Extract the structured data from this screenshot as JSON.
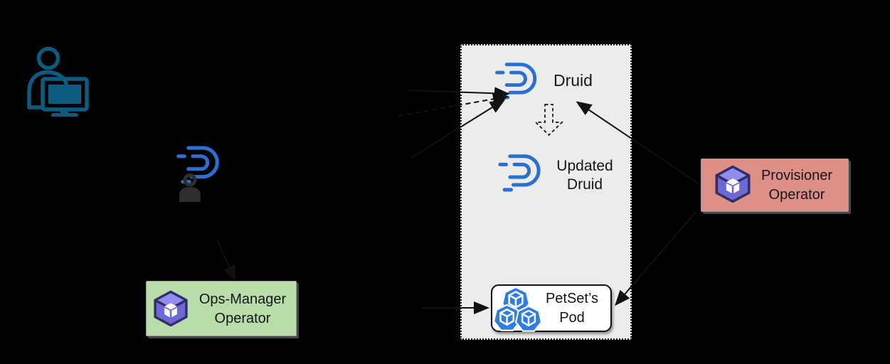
{
  "diagram": {
    "title": "druid-operator-architecture",
    "cluster_box": {
      "description": "kubernetes-cluster-dotted-region",
      "fill": "#ececec",
      "border": "dotted black"
    },
    "nodes": {
      "druid": {
        "label": "Druid"
      },
      "updated_druid": {
        "label": "Updated Druid"
      },
      "petset_pod": {
        "label": "PetSet’s Pod",
        "fill": "#ffffff"
      },
      "ops_manager": {
        "label": "Ops-Manager Operator",
        "fill": "#b9dcab"
      },
      "provisioner": {
        "label": "Provisioner Operator",
        "fill": "#dc9087"
      }
    },
    "icons": {
      "user": "person-at-computer-icon",
      "druid_cr": "druid-logo-with-user-icon",
      "druid_logo": "druid-logo-icon",
      "pods": "kubernetes-pod-cubes-icon",
      "operator": "operator-hex-cube-icon",
      "update_flow": "dashed-hollow-down-arrow"
    },
    "colors": {
      "background": "#000000",
      "druid_blue": "#2a6fd2",
      "pod_blue": "#2e7de2",
      "user_teal": "#0d5c80",
      "dark_person": "#2e2e2e",
      "operator_indigo_top": "#918df0",
      "operator_indigo_body": "#6c68d6",
      "operator_outline": "#322d63",
      "arrow": "#111111"
    },
    "edges": [
      {
        "name": "to-druid-solid-upper",
        "style": "solid"
      },
      {
        "name": "to-druid-dashed",
        "style": "dashed"
      },
      {
        "name": "to-druid-solid-lower",
        "style": "solid"
      },
      {
        "name": "provisioner-to-druid",
        "style": "solid"
      },
      {
        "name": "provisioner-to-petset-pod",
        "style": "solid"
      },
      {
        "name": "to-petset-pod-left",
        "style": "solid"
      },
      {
        "name": "to-ops-manager",
        "style": "solid"
      },
      {
        "name": "druid-to-updated-druid",
        "style": "dashed-hollow"
      }
    ]
  }
}
